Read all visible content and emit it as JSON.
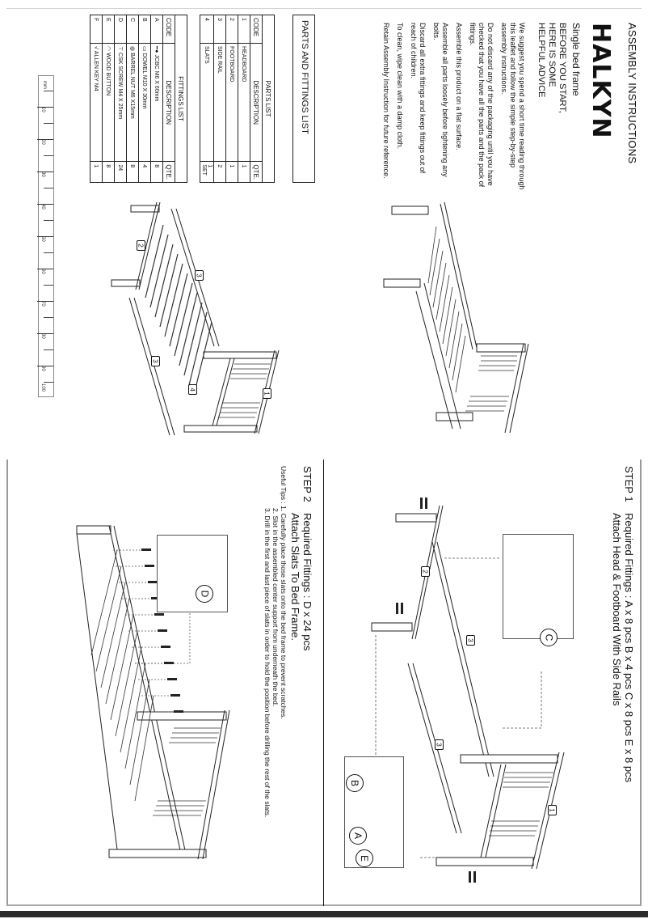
{
  "document": {
    "kicker": "ASSEMBLY INSTRUCTIONS",
    "brand": "HALKYN",
    "product": "Single bed frame",
    "before_you_start": [
      "BEFORE YOU START,",
      "HERE IS SOME",
      "HELPFUL ADVICE"
    ],
    "advice": [
      "We suggest you spend a short time reading through this leaflet and follow the simple step-by-step assembly instructions.",
      "Do not discard any of the packaging until you have checked that you have all the parts and the pack of fittings.",
      "Assemble this product on a flat surface.",
      "Assemble all parts loosely before tightening any bolts.",
      "Discard all extra fittings and keep fittings out of reach of children.",
      "To clean, wipe clean with a damp cloth.",
      "Retain Assembly Instruction for future reference."
    ]
  },
  "parts_and_fittings": {
    "title": "PARTS AND FITTINGS LIST",
    "parts_list": {
      "title": "PARTS LIST",
      "headers": [
        "CODE",
        "DESCRIPTION",
        "QTE."
      ],
      "rows": [
        {
          "code": "1",
          "description": "HEADBOARD",
          "qty": "1"
        },
        {
          "code": "2",
          "description": "FOOTBOARD",
          "qty": "1"
        },
        {
          "code": "3",
          "description": "SIDE RAIL",
          "qty": "2"
        },
        {
          "code": "4",
          "description": "SLATS",
          "qty": "1 SET"
        }
      ]
    },
    "fittings_list": {
      "title": "FITTINGS LIST",
      "headers": [
        "CODE",
        "DESCRIPTION",
        "QTE."
      ],
      "rows": [
        {
          "code": "A",
          "icon": "bolt-icon",
          "description": "JCBC M6 X 60mm",
          "qty": "8"
        },
        {
          "code": "B",
          "icon": "dowel-icon",
          "description": "DOWEL M10 X 30mm",
          "qty": "4"
        },
        {
          "code": "C",
          "icon": "barrel-nut-icon",
          "description": "BARREL NUT M6 X15mm",
          "qty": "8"
        },
        {
          "code": "D",
          "icon": "screw-icon",
          "description": "CSK SCREW M4 X 25mm",
          "qty": "24"
        },
        {
          "code": "E",
          "icon": "wood-button-icon",
          "description": "WOOD BUTTON",
          "qty": "8"
        },
        {
          "code": "F",
          "icon": "allen-key-icon",
          "description": "ALLEN KEY M4",
          "qty": "1"
        }
      ]
    }
  },
  "ruler": {
    "unit": "mm",
    "labels": [
      "10",
      "20",
      "30",
      "40",
      "50",
      "60",
      "70",
      "80",
      "90",
      "100"
    ]
  },
  "exploded_view": {
    "part_tags": [
      "1",
      "2",
      "3",
      "3",
      "4"
    ]
  },
  "step1": {
    "label": "STEP 1",
    "required": "Required Fittings :  A x 8 pcs   B x 4 pcs   C x 8 pcs   E x 8 pcs",
    "title": "Attach Head & Footboard With Side Rails",
    "callouts": [
      "C",
      "B",
      "A",
      "E"
    ],
    "part_tags": [
      "2",
      "3",
      "3",
      "1"
    ]
  },
  "step2": {
    "label": "STEP 2",
    "required": "Required Fittings :  D x 24 pcs",
    "title": "Attach Slats To Bed Frame.",
    "tips_label": "Useful Tips :",
    "tips": [
      "1.  Carefully place those slats onto the bed frame to prevent scratches.",
      "2.  Slot in the assembled center support from underneath the bed.",
      "3.  Drill in the first and last piece of slats in order to hold the position before drilling the rest of the slats."
    ],
    "callouts": [
      "D"
    ]
  }
}
